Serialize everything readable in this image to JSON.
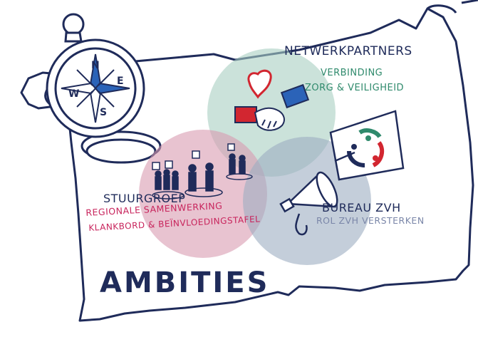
{
  "title": "AMBITIES",
  "circles": {
    "netwerkpartners": {
      "heading": "NETWERKPARTNERS",
      "line1": "VERBINDING",
      "line2": "ZORG & VEILIGHEID",
      "fill": "#a9cfc2"
    },
    "stuurgroep": {
      "heading": "STUURGROEP",
      "line1": "REGIONALE SAMENWERKING",
      "line2": "KLANKBORD & BEÏNVLOEDINGSTAFEL",
      "fill": "#d99bb1"
    },
    "bureau": {
      "heading": "BUREAU ZVH",
      "line1": "ROL ZVH VERSTERKEN",
      "fill": "#9daec1"
    }
  },
  "compass_letters": [
    "N",
    "E",
    "S",
    "W"
  ],
  "colors": {
    "ink": "#1f2b5a",
    "green": "#2f8a6c",
    "pink": "#c8245c",
    "grey": "#7a86a8",
    "red": "#d22630",
    "blue": "#2b63b8"
  }
}
